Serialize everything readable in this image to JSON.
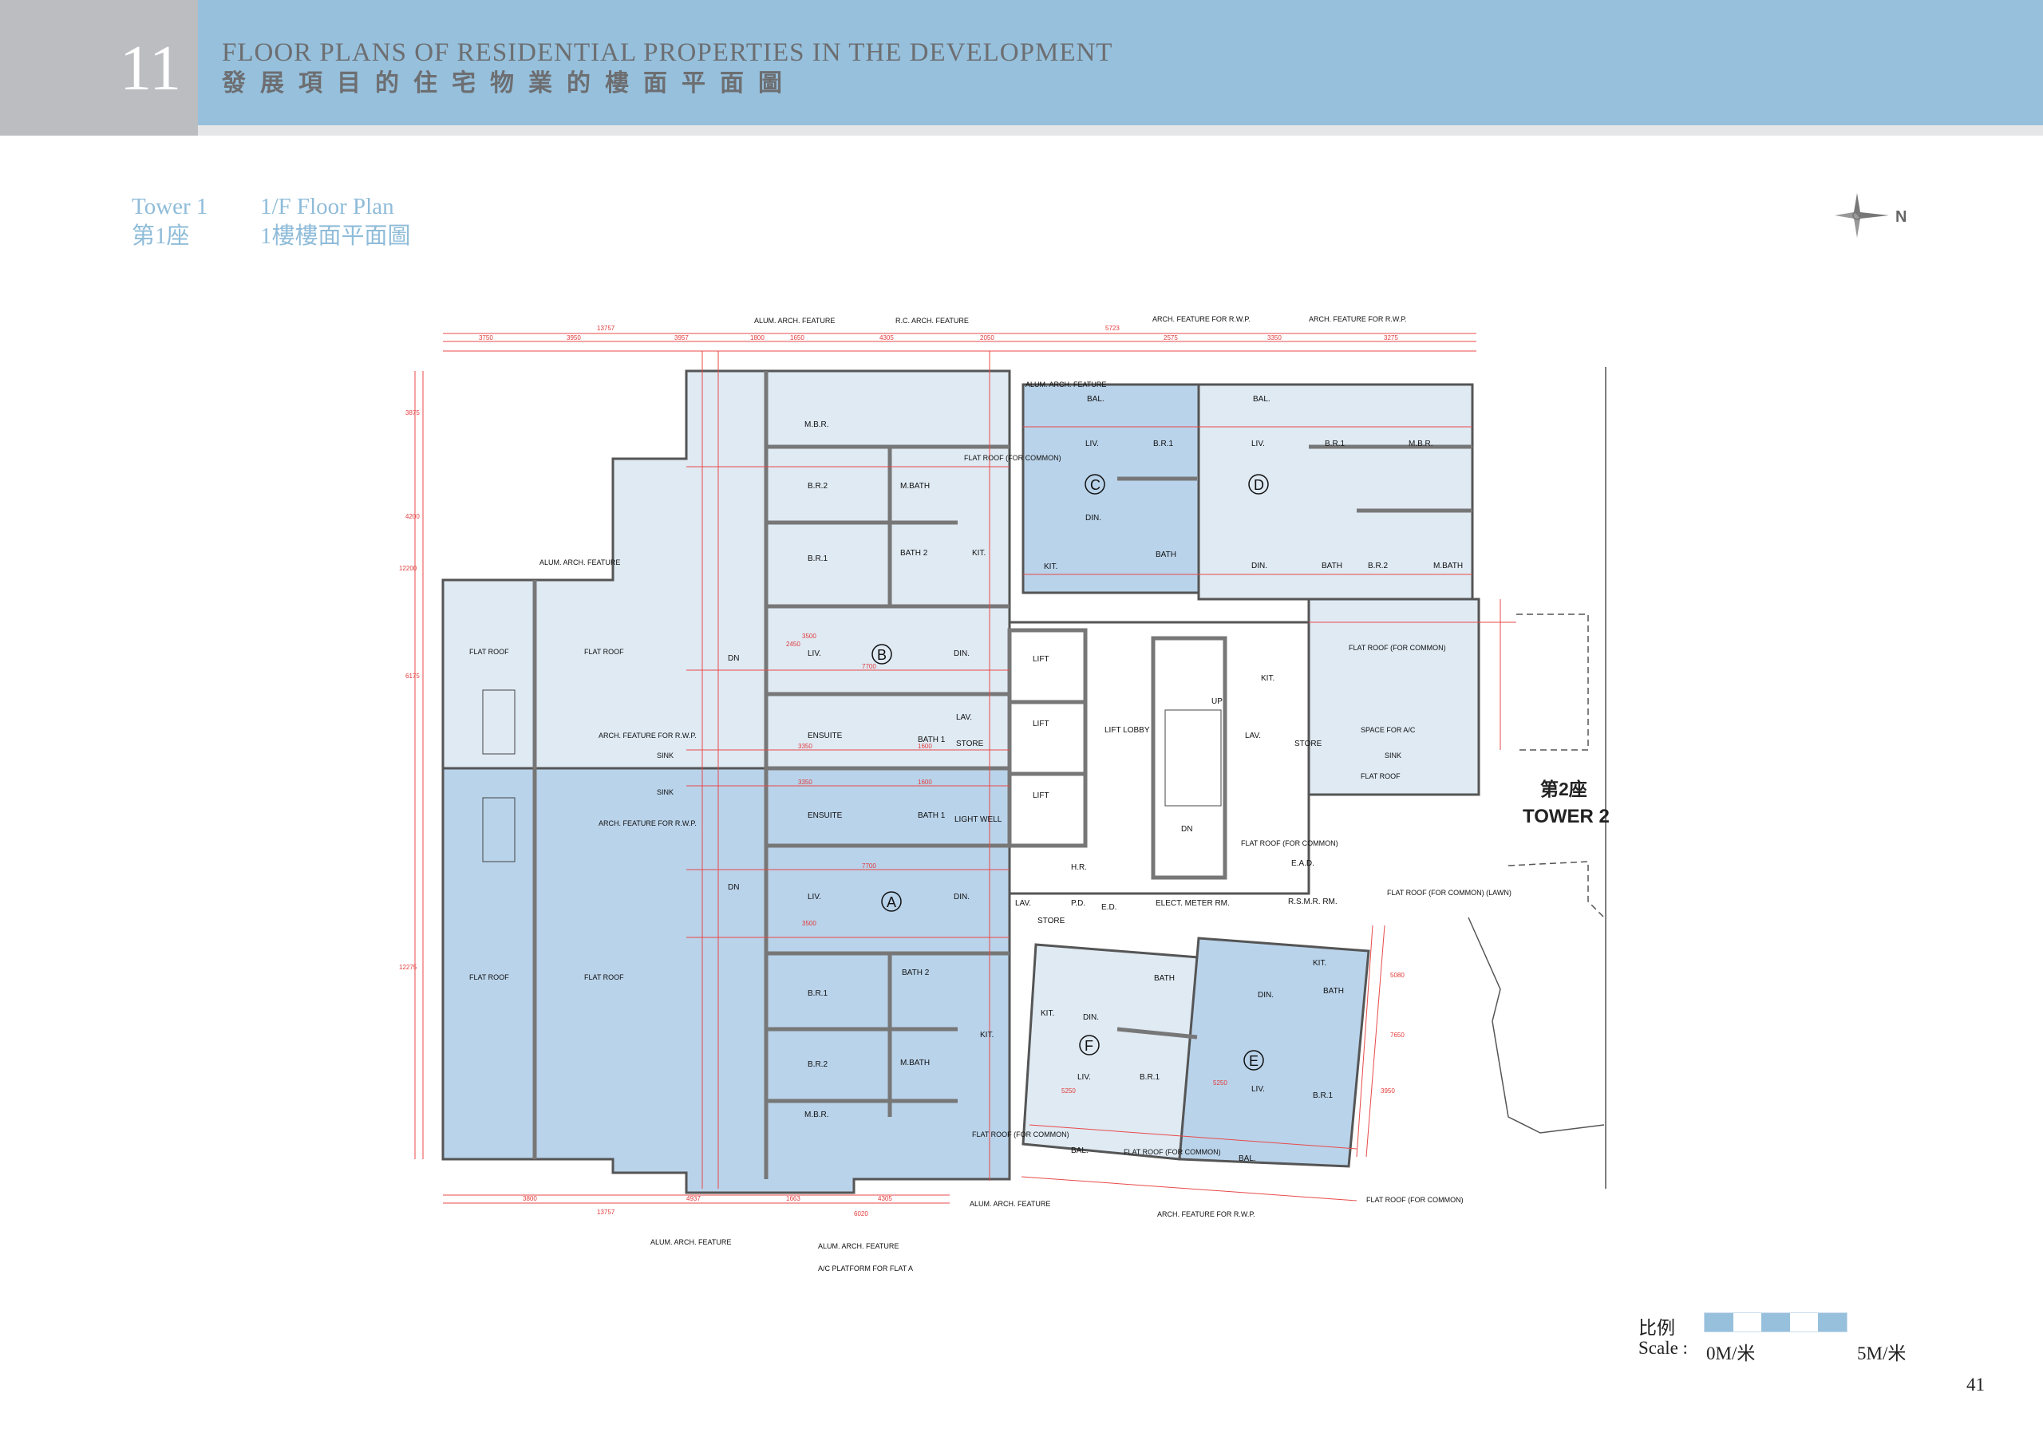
{
  "header": {
    "chapter": "11",
    "title_en": "FLOOR PLANS OF RESIDENTIAL PROPERTIES IN THE DEVELOPMENT",
    "title_zh": "發展項目的住宅物業的樓面平面圖"
  },
  "plan_title": {
    "tower_en": "Tower 1",
    "floor_en": "1/F Floor Plan",
    "tower_zh": "第1座",
    "floor_zh": "1樓樓面平面圖"
  },
  "compass": {
    "label": "N"
  },
  "plan": {
    "units": [
      "A",
      "B",
      "C",
      "D",
      "E",
      "F"
    ],
    "rooms": {
      "b_liv": "LIV.",
      "b_din": "DIN.",
      "b_mbr": "M.B.R.",
      "b_br2": "B.R.2",
      "b_br1": "B.R.1",
      "b_mbath": "M.BATH",
      "b_bath2": "BATH 2",
      "b_kit": "KIT.",
      "b_ensuite": "ENSUITE",
      "b_bath1": "BATH 1",
      "b_lav": "LAV.",
      "b_store": "STORE",
      "a_liv": "LIV.",
      "a_din": "DIN.",
      "a_ensuite": "ENSUITE",
      "a_bath1": "BATH 1",
      "a_br1": "B.R.1",
      "a_br2": "B.R.2",
      "a_mbr": "M.B.R.",
      "a_mbath": "M.BATH",
      "a_bath2": "BATH 2",
      "a_kit": "KIT.",
      "a_lav": "LAV.",
      "a_store": "STORE",
      "c_liv": "LIV.",
      "c_br1": "B.R.1",
      "c_din": "DIN.",
      "c_bath": "BATH",
      "c_kit": "KIT.",
      "c_bal": "BAL.",
      "d_liv": "LIV.",
      "d_br1": "B.R.1",
      "d_mbr": "M.B.R.",
      "d_din": "DIN.",
      "d_bath": "BATH",
      "d_br2": "B.R.2",
      "d_mbath": "M.BATH",
      "d_kit": "KIT.",
      "d_bal": "BAL.",
      "d_lav": "LAV.",
      "d_store": "STORE",
      "f_kit": "KIT.",
      "f_din": "DIN.",
      "f_liv": "LIV.",
      "f_br1": "B.R.1",
      "f_bath": "BATH",
      "f_bal": "BAL.",
      "e_din": "DIN.",
      "e_liv": "LIV.",
      "e_br1": "B.R.1",
      "e_bath": "BATH",
      "e_kit": "KIT.",
      "e_bal": "BAL."
    },
    "core": {
      "lift": "LIFT",
      "lift_lobby": "LIFT LOBBY",
      "light_well": "LIGHT WELL",
      "hr": "H.R.",
      "pd": "P.D.",
      "ed": "E.D.",
      "elect": "ELECT. METER RM.",
      "ead": "E.A.D.",
      "rsmr": "R.S.M.R. RM.",
      "up": "UP",
      "dn": "DN"
    },
    "annotations": {
      "flat_roof": "FLAT ROOF",
      "flat_roof_common": "FLAT ROOF (FOR COMMON)",
      "flat_roof_lawn": "FLAT ROOF (FOR COMMON) (LAWN)",
      "space_ac": "SPACE FOR A/C",
      "sink": "SINK",
      "alum_arch": "ALUM. ARCH. FEATURE",
      "rc_arch": "R.C. ARCH. FEATURE",
      "arch_rwp": "ARCH. FEATURE FOR R.W.P.",
      "ac_platform": "A/C PLATFORM FOR FLAT A"
    },
    "dimensions": {
      "top_total": "13757",
      "top": [
        "3750",
        "3950",
        "3957",
        "1800",
        "1650",
        "4305",
        "2050",
        "5723",
        "2575",
        "3350",
        "3275"
      ],
      "bottom_total": "13757",
      "bottom": [
        "3800",
        "4937",
        "1663",
        "4305",
        "6020"
      ],
      "left": [
        "3875",
        "4200",
        "12200",
        "6175",
        "12275"
      ],
      "mid": [
        "7700",
        "7700",
        "3350",
        "3350",
        "1600",
        "1600",
        "2450",
        "3500",
        "3500",
        "5250",
        "5250",
        "3950",
        "7650",
        "5080"
      ]
    }
  },
  "tower2": {
    "zh": "第2座",
    "en": "TOWER 2"
  },
  "scale": {
    "label_zh": "比例",
    "label_en": "Scale :",
    "start": "0M/米",
    "end": "5M/米",
    "segments": 5
  },
  "page_number": "41"
}
